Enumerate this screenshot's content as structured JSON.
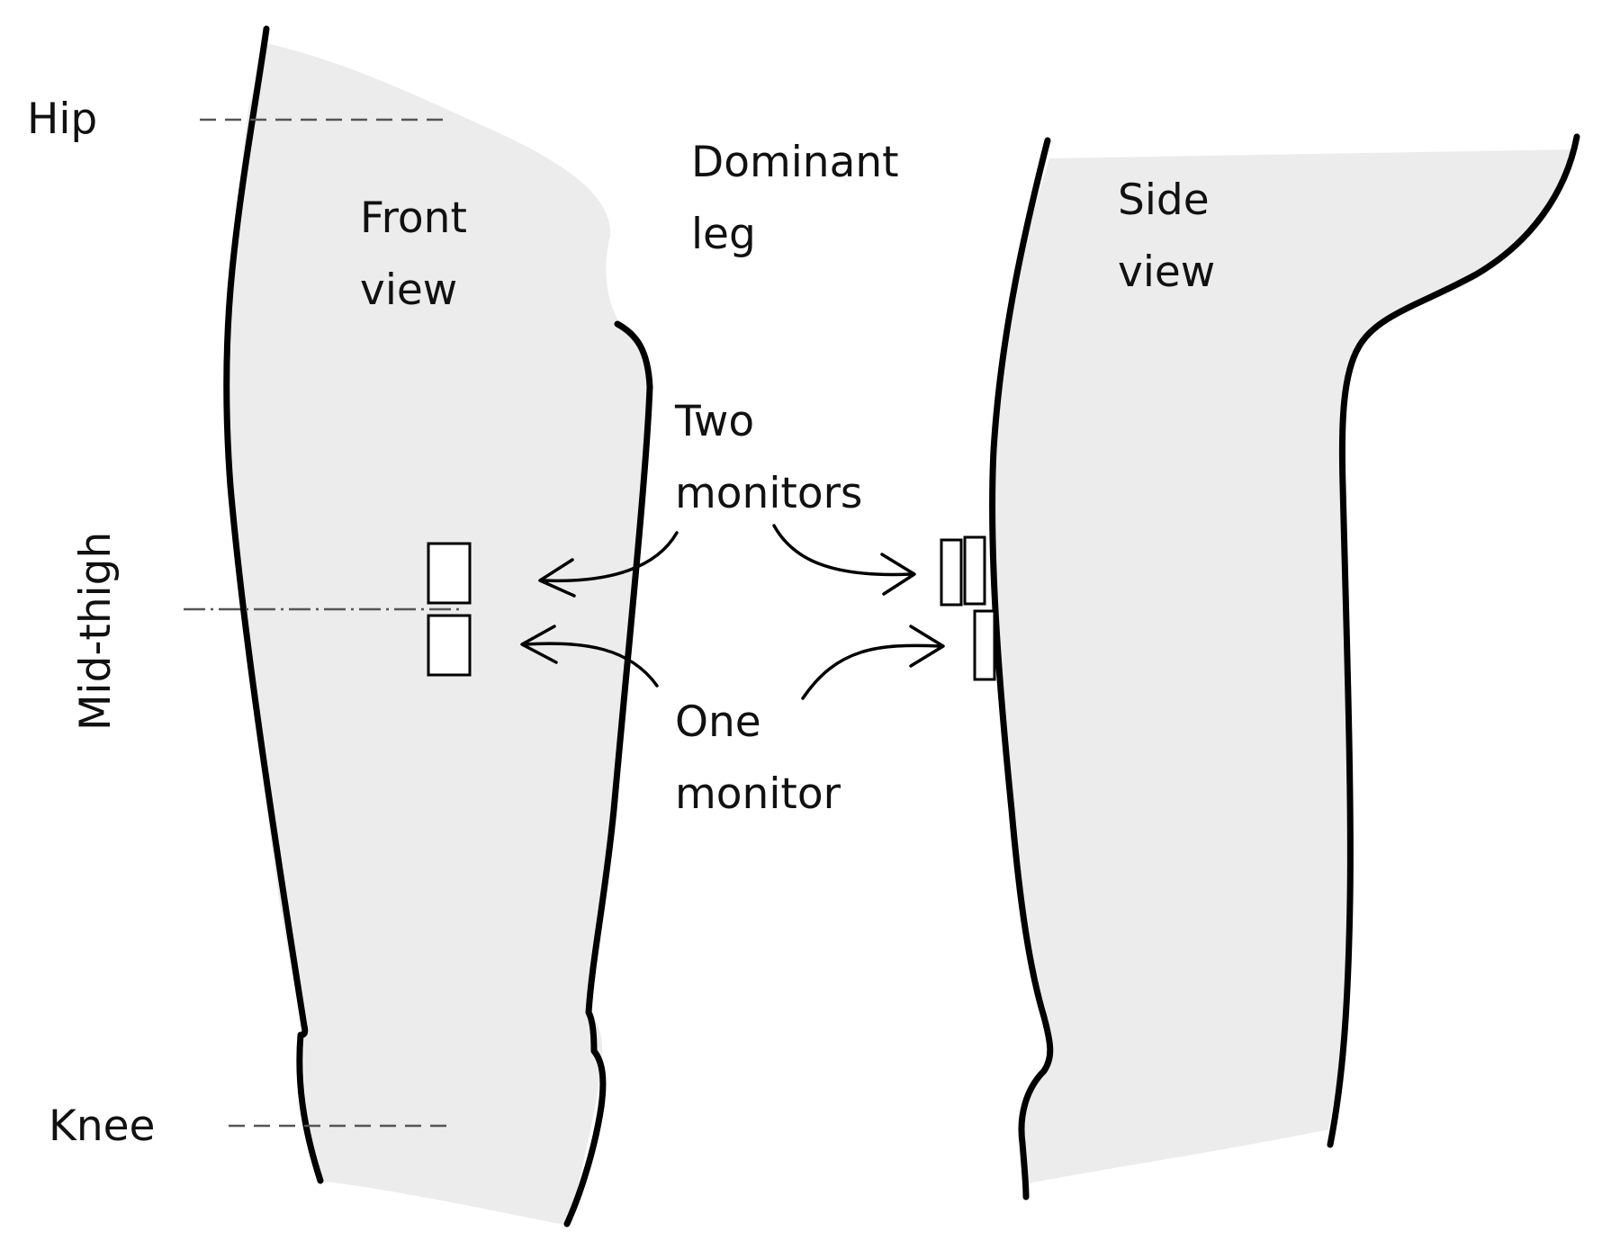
{
  "labels": {
    "hip": "Hip",
    "mid_thigh": "Mid-thigh",
    "knee": "Knee",
    "front_view": [
      "Front",
      "view"
    ],
    "side_view": [
      "Side",
      "view"
    ],
    "dominant_leg": [
      "Dominant",
      "leg"
    ],
    "two_monitors": [
      "Two",
      "monitors"
    ],
    "one_monitor": [
      "One",
      "monitor"
    ]
  },
  "colors": {
    "leg_fill": "#ececec",
    "outline": "#000000",
    "guide_line": "#555555"
  }
}
